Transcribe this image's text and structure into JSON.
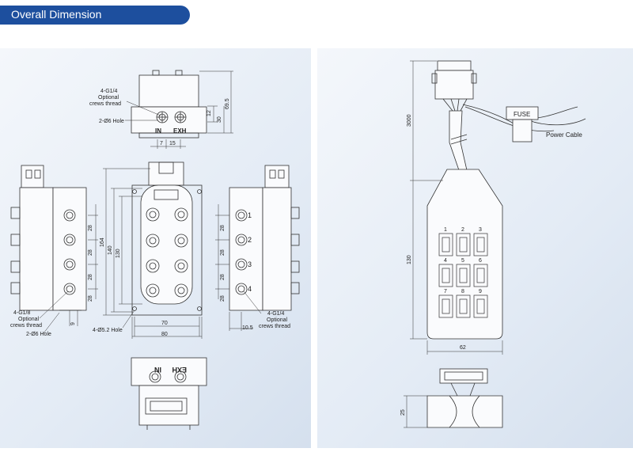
{
  "header": {
    "title": "Overall Dimension"
  },
  "theme": {
    "accent": "#1d4f9e",
    "panel_bg": "#e3ebf5",
    "line": "#333333"
  },
  "top_view": {
    "thread_label_1": "4-G1/4",
    "thread_label_2": "Optional",
    "thread_label_3": "crews thread",
    "hole_label": "2-Ø6 Hole",
    "port_in": "IN",
    "port_exh": "EXH",
    "dim_12": "12",
    "dim_30": "30",
    "dim_69_5": "69.5",
    "dim_7": "7",
    "dim_15": "15"
  },
  "left_side_view": {
    "dims": [
      "28",
      "28",
      "28",
      "28"
    ],
    "thread_label_1": "4-G1/8",
    "thread_label_2": "Optional",
    "thread_label_3": "crews thread",
    "hole_label": "2-Ø6 Hole",
    "dim_9": "9"
  },
  "front_view": {
    "dim_164": "164",
    "dim_140": "140",
    "dim_130": "130",
    "hole_label": "4-Ø5.2 Hole",
    "dim_70": "70",
    "dim_80": "80"
  },
  "right_side_view": {
    "port_numbers": [
      "1",
      "2",
      "3",
      "4"
    ],
    "dims": [
      "28",
      "28",
      "28",
      "28"
    ],
    "thread_label_1": "4-G1/4",
    "thread_label_2": "Optional",
    "thread_label_3": "crews thread",
    "dim_10_5": "10.5"
  },
  "bottom_view": {
    "port_in": "IN",
    "port_exh": "EXH"
  },
  "remote": {
    "dim_3000": "3000",
    "fuse_label": "FUSE",
    "power_cable_label": "Power Cable",
    "dim_130": "130",
    "button_numbers": [
      "1",
      "2",
      "3",
      "4",
      "5",
      "6",
      "7",
      "8",
      "9"
    ],
    "dim_62": "62",
    "dim_25": "25"
  }
}
